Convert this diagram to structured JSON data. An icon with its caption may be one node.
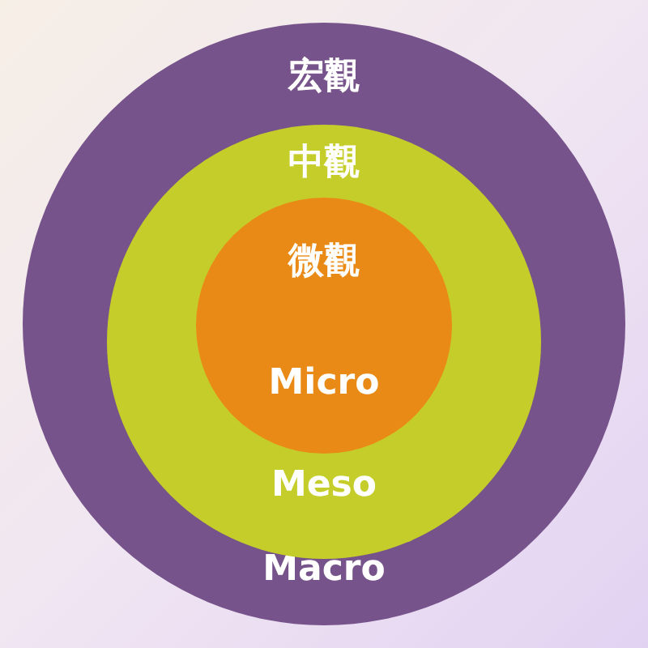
{
  "diagram": {
    "nodes": [
      {
        "text": [
          "宏觀",
          "Macro"
        ]
      },
      {
        "text": [
          "中觀",
          "Meso"
        ],
        "in": 0
      },
      {
        "text": [
          "微觀",
          "Micro"
        ],
        "in": 1
      }
    ],
    "edges": []
  }
}
